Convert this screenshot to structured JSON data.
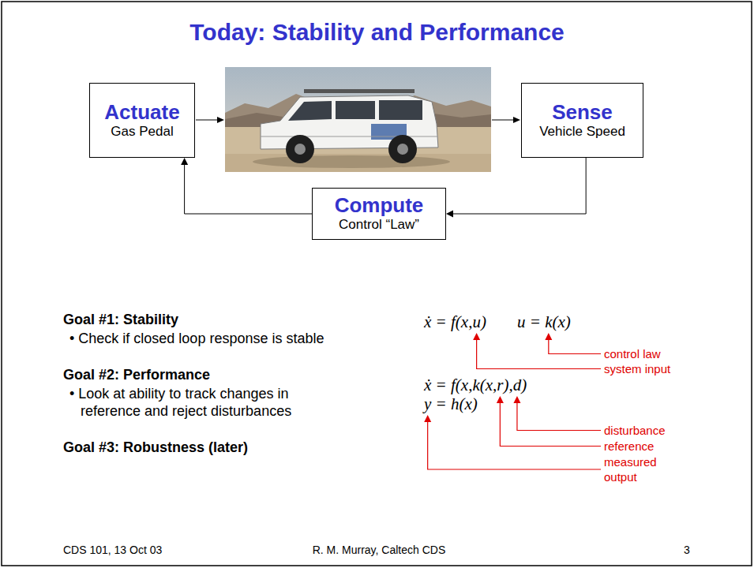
{
  "diagram": {
    "title": "Today: Stability and Performance",
    "nodes": [
      {
        "text": [
          "Actuate",
          "Gas Pedal"
        ]
      },
      {
        "text": [
          "Sense",
          "Vehicle Speed"
        ]
      },
      {
        "text": [
          "Compute",
          "Control “Law”"
        ]
      }
    ],
    "edges": [
      {
        "from": 1,
        "to": 2,
        "arrow": "to"
      },
      {
        "from": 2,
        "to": 0,
        "arrow": "to"
      }
    ],
    "labels": [
      "Goal #1: Stability",
      "• Check if closed loop response is stable",
      "Goal #2: Performance",
      "• Look at ability to track changes in reference and reject disturbances",
      "Goal #3: Robustness (later)",
      "ẋ = f(x,u)",
      "u = k(x)",
      "control law",
      "system input",
      "ẋ = f(x,k(x,r),d)",
      "y = h(x)",
      "disturbance",
      "reference",
      "measured output",
      "CDS 101, 13 Oct 03",
      "R. M. Murray, Caltech CDS",
      "3"
    ]
  }
}
